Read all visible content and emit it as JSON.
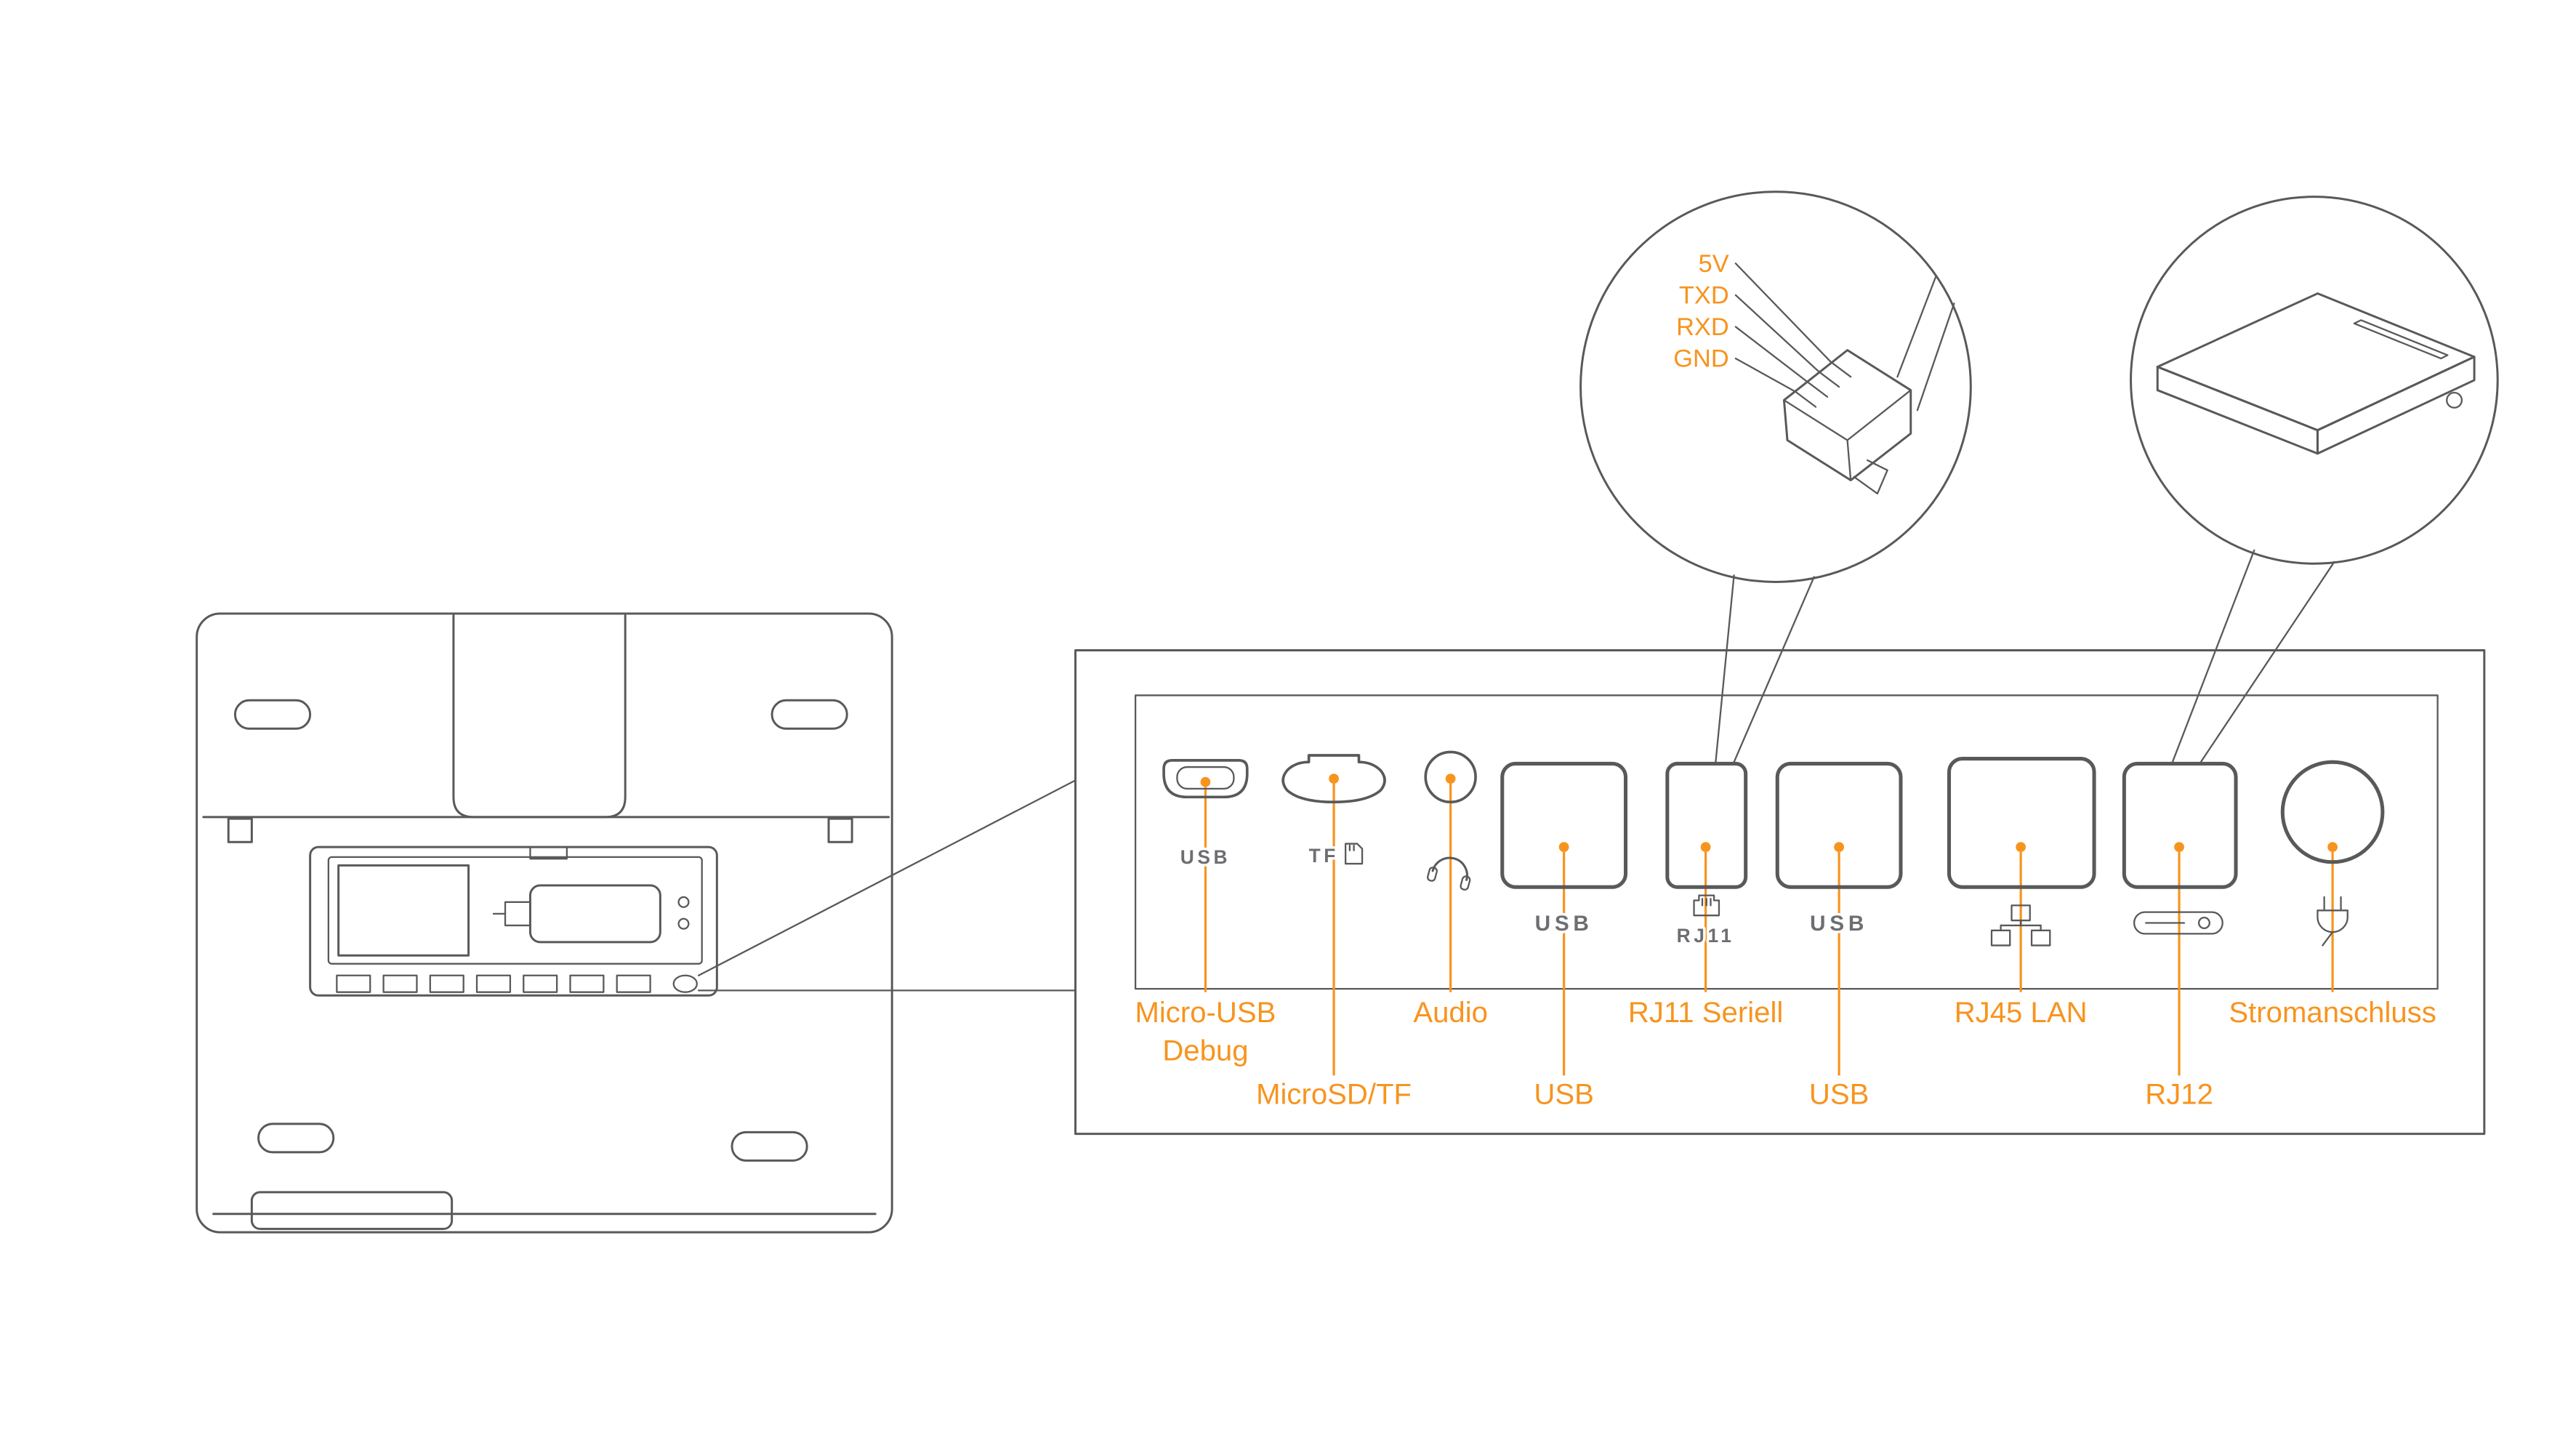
{
  "colors": {
    "line_art": "#58595b",
    "accent_orange": "#f7941e",
    "port_engraving_gray": "#6d6e71",
    "background": "#ffffff"
  },
  "device": {
    "name": "device-rear-view",
    "icons": [
      "mounting-hole-icon",
      "stand-icon",
      "battery-compartment-icon",
      "connector-strip-icon"
    ]
  },
  "panel": {
    "name": "connector-panel-detail",
    "ports": [
      {
        "id": "micro-usb",
        "icon": "micro-usb-port-icon",
        "engraving": "USB",
        "callout": {
          "lines": [
            "Micro-USB",
            "Debug"
          ]
        }
      },
      {
        "id": "microsd",
        "icon": "microsd-slot-icon",
        "engraving": "TF",
        "callout": {
          "lines": [
            "MicroSD/TF"
          ]
        }
      },
      {
        "id": "audio",
        "icon": "headphones-icon",
        "engraving": "",
        "callout": {
          "lines": [
            "Audio"
          ]
        }
      },
      {
        "id": "usb-1",
        "icon": "usb-port-icon",
        "engraving": "USB",
        "callout": {
          "lines": [
            "USB"
          ]
        }
      },
      {
        "id": "rj11",
        "icon": "rj11-jack-icon",
        "engraving": "RJ11",
        "callout": {
          "lines": [
            "RJ11 Seriell"
          ]
        }
      },
      {
        "id": "usb-2",
        "icon": "usb-port-icon",
        "engraving": "USB",
        "callout": {
          "lines": [
            "USB"
          ]
        }
      },
      {
        "id": "rj45",
        "icon": "network-lan-icon",
        "engraving": "",
        "callout": {
          "lines": [
            "RJ45 LAN"
          ]
        }
      },
      {
        "id": "rj12",
        "icon": "rj12-bar-icon",
        "engraving": "",
        "callout": {
          "lines": [
            "RJ12"
          ]
        }
      },
      {
        "id": "power",
        "icon": "power-plug-icon",
        "engraving": "",
        "callout": {
          "lines": [
            "Stromanschluss"
          ]
        }
      }
    ]
  },
  "callout_bubbles": {
    "rj11_serial": {
      "name": "rj11-serial-connector-bubble",
      "pin_labels": [
        "5V",
        "TXD",
        "RXD",
        "GND"
      ]
    },
    "power_adapter": {
      "name": "power-adapter-bubble"
    }
  }
}
